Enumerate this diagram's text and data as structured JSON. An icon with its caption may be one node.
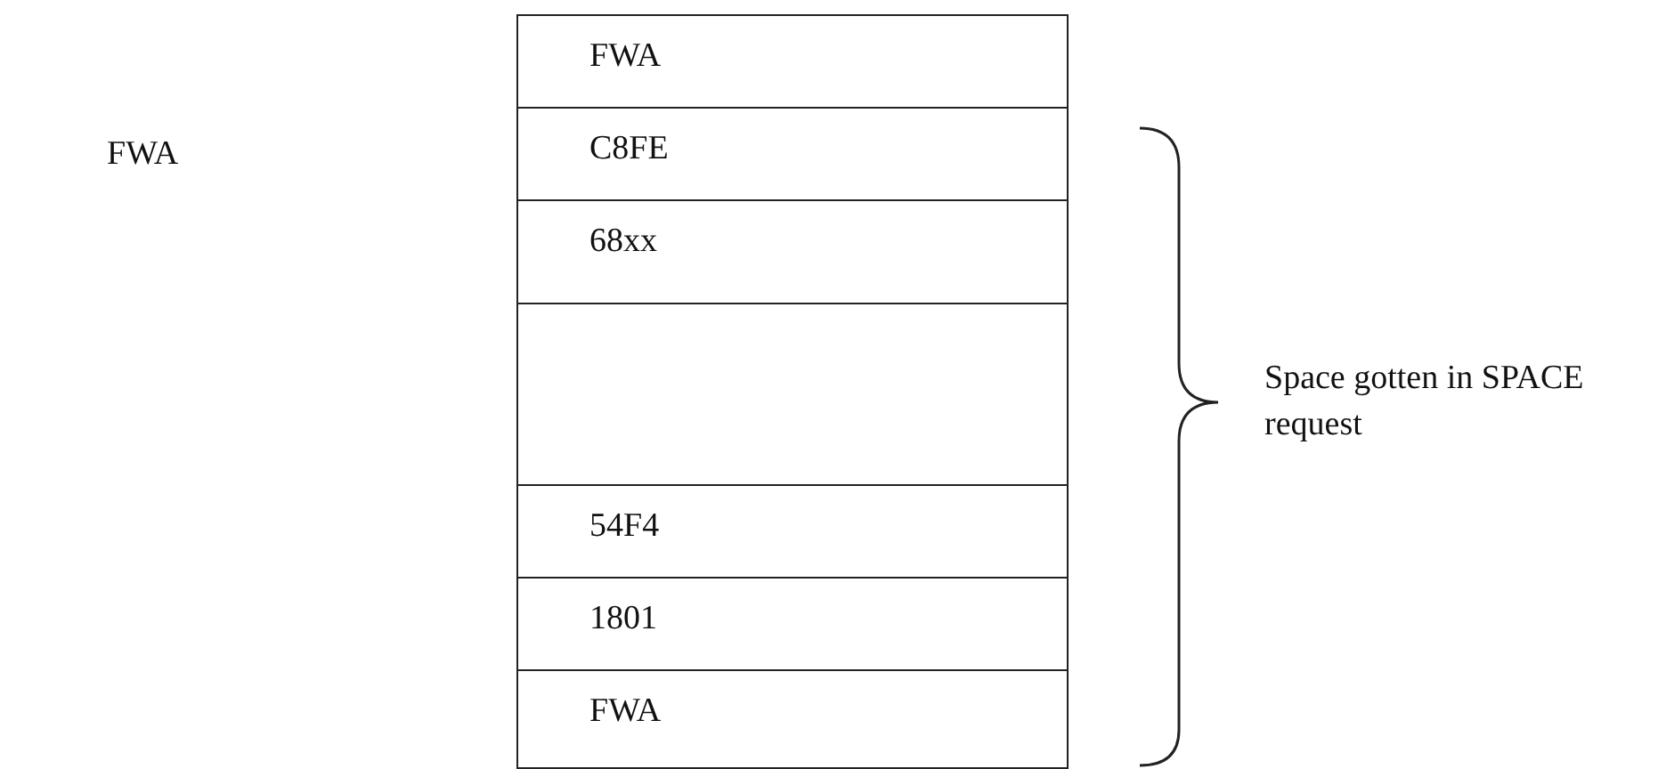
{
  "diagram": {
    "nodes": [
      {
        "text": [
          "FWA"
        ]
      },
      {
        "text": [
          "C8FE"
        ]
      },
      {
        "text": [
          "68xx"
        ]
      },
      {
        "text": [],
        "shape": "box"
      },
      {
        "text": [
          "54F4"
        ]
      },
      {
        "text": [
          "1801"
        ]
      },
      {
        "text": [
          "FWA"
        ]
      }
    ],
    "edges": [],
    "labels": [
      "FWA",
      "Space gotten in SPACE request"
    ]
  }
}
